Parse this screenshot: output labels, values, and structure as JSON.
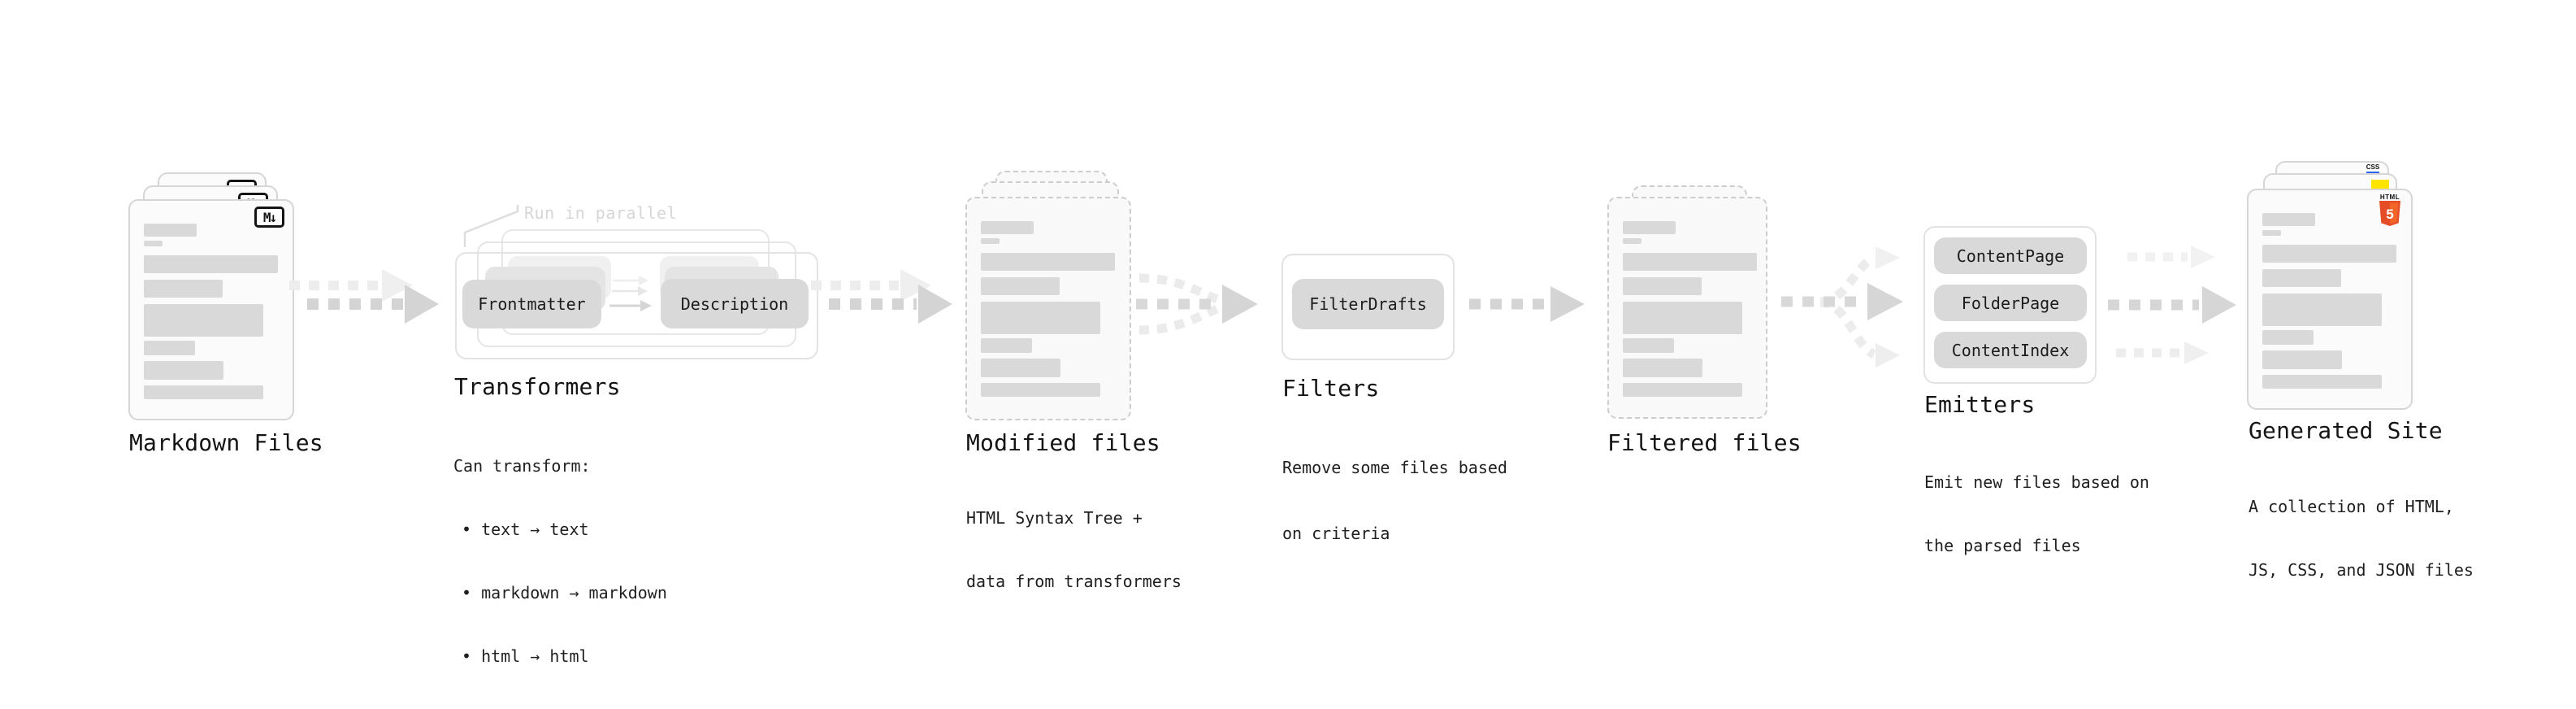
{
  "stages": {
    "markdown_files": {
      "title": "Markdown Files",
      "icon_label": "M↓"
    },
    "transformers": {
      "title": "Transformers",
      "note": "Run in parallel",
      "pill_left": "Frontmatter",
      "pill_right": "Description",
      "desc_heading": "Can transform:",
      "bullets": [
        "• text → text",
        "• markdown → markdown",
        "• html → html"
      ]
    },
    "modified_files": {
      "title": "Modified files",
      "desc": [
        "HTML Syntax Tree +",
        "data from transformers"
      ]
    },
    "filters": {
      "title": "Filters",
      "pill": "FilterDrafts",
      "desc": [
        "Remove some files based",
        "on criteria"
      ]
    },
    "filtered_files": {
      "title": "Filtered files"
    },
    "emitters": {
      "title": "Emitters",
      "pills": [
        "ContentPage",
        "FolderPage",
        "ContentIndex"
      ],
      "desc": [
        "Emit new files based on",
        "the parsed files"
      ]
    },
    "generated_site": {
      "title": "Generated Site",
      "desc": [
        "A collection of HTML,",
        "JS, CSS, and JSON files"
      ],
      "css_icon_label": "CSS",
      "html_icon_label": "HTML",
      "html_icon_number": "5"
    }
  },
  "colors": {
    "css_blue": "#2b66e8",
    "js_yellow": "#ffe400",
    "html5_orange": "#e44d26",
    "html5_orange_light": "#f16529",
    "bar_gray": "#d9d9d9",
    "pill_gray": "#d9d9d9",
    "arrow_gray": "#d4d4d4"
  }
}
